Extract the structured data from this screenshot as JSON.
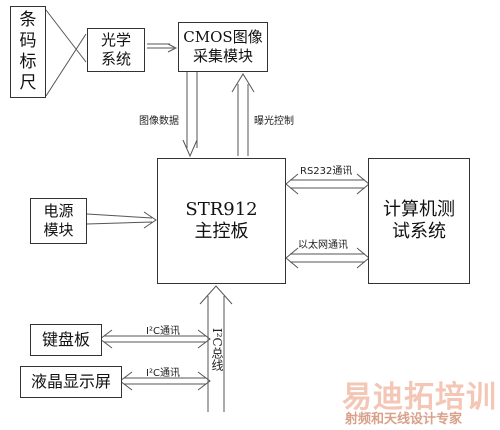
{
  "blocks": {
    "barcode_ruler": [
      "条",
      "码",
      "标",
      "尺"
    ],
    "optical_system": [
      "光学",
      "系统"
    ],
    "cmos_module": [
      "CMOS图像",
      "采集模块"
    ],
    "power_module": [
      "电源",
      "模块"
    ],
    "main_board": [
      "STR912",
      "主控板"
    ],
    "computer_test": [
      "计算机测",
      "试系统"
    ],
    "keyboard": "键盘板",
    "lcd": "液晶显示屏"
  },
  "labels": {
    "image_data": "图像数据",
    "exposure_control": "曝光控制",
    "rs232": "RS232通讯",
    "ethernet": "以太网通讯",
    "i2c_comm_1": "I²C通讯",
    "i2c_comm_2": "I²C通讯",
    "i2c_bus": "I²C总线"
  },
  "watermark": {
    "brand": "易迪拓培训",
    "tagline": "射频和天线设计专家"
  }
}
